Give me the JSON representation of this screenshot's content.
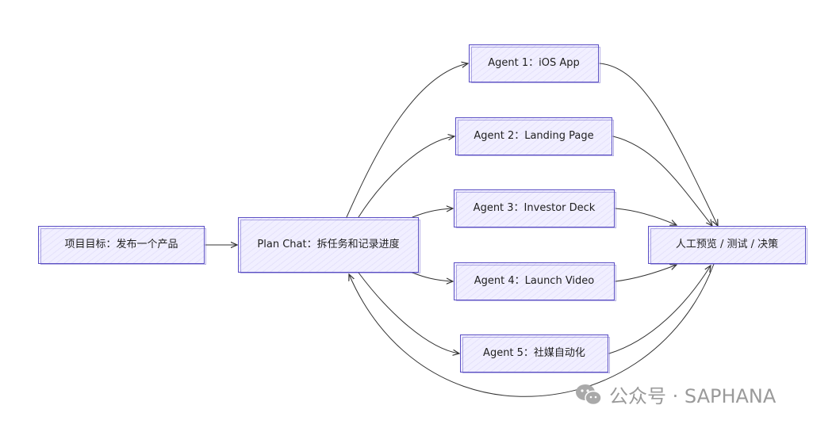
{
  "nodes": {
    "goal": "项目目标：发布一个产品",
    "plan": "Plan Chat：拆任务和记录进度",
    "agent1": "Agent 1：iOS App",
    "agent2": "Agent 2：Landing Page",
    "agent3": "Agent 3：Investor Deck",
    "agent4": "Agent 4：Launch Video",
    "agent5": "Agent 5：社媒自动化",
    "review": "人工预览 / 测试 / 决策"
  },
  "watermark": {
    "text": "公众号 · SAPHANA",
    "icon": "wechat-icon"
  },
  "colors": {
    "node_border": "#5b4fc4",
    "node_fill": "#f1efff",
    "edge": "#333333"
  }
}
